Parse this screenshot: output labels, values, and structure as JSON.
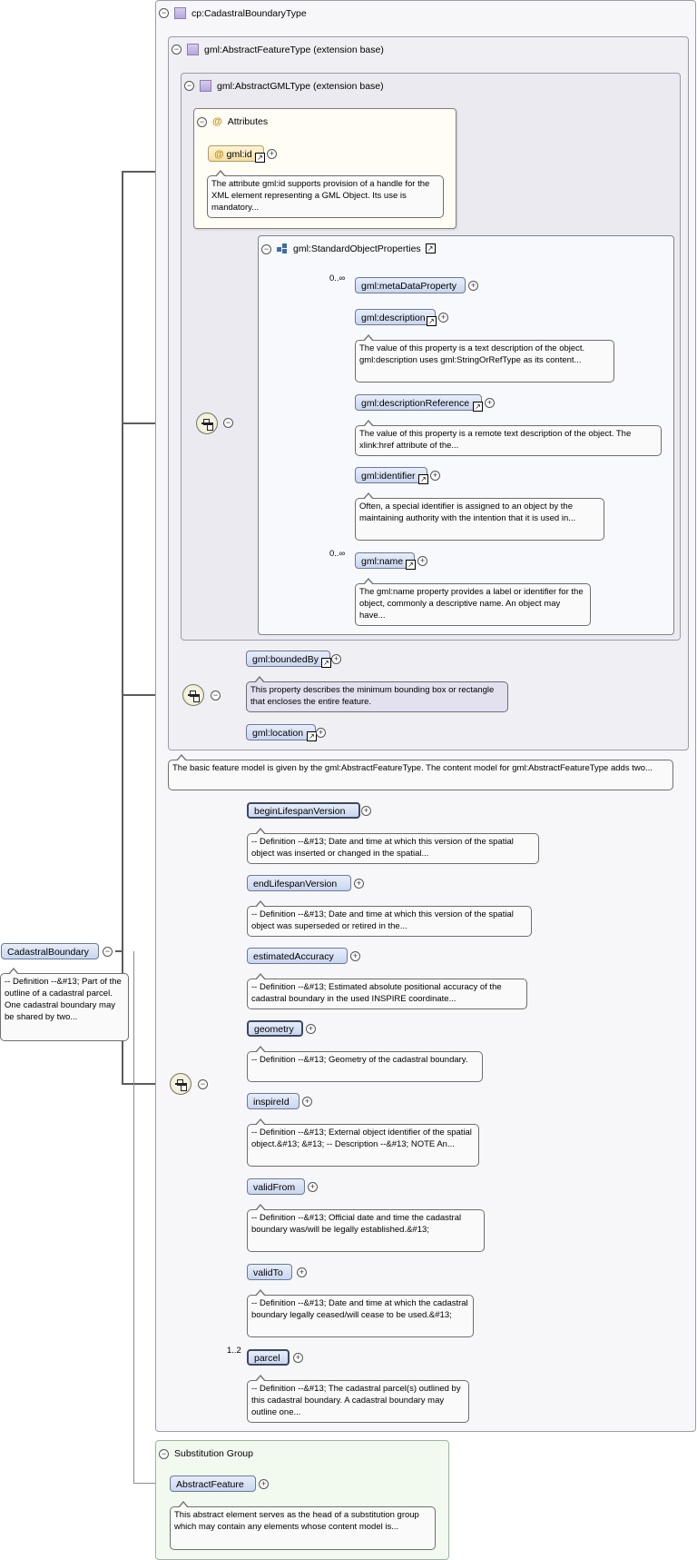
{
  "root": {
    "label": "CadastralBoundary",
    "doc": "-- Definition --&#13; Part of the outline of a cadastral parcel. One cadastral boundary may be shared by two..."
  },
  "type_frame": {
    "label": "cp:CadastralBoundaryType"
  },
  "feature_frame": {
    "label": "gml:AbstractFeatureType (extension base)",
    "doc": "The basic feature model is given by the gml:AbstractFeatureType. The content model for gml:AbstractFeatureType adds two..."
  },
  "gml_frame": {
    "label": "gml:AbstractGMLType (extension base)"
  },
  "attributes": {
    "label": "Attributes",
    "id_label": "gml:id",
    "id_doc": "The attribute gml:id supports provision of a handle for the XML element representing a GML Object. Its use is mandatory..."
  },
  "std_props": {
    "label": "gml:StandardObjectProperties",
    "items": [
      {
        "label": "gml:metaDataProperty",
        "occurs": "0..∞",
        "doc": ""
      },
      {
        "label": "gml:description",
        "occurs": "",
        "doc": "The value of this property is a text description of the object. gml:description uses gml:StringOrRefType as its content..."
      },
      {
        "label": "gml:descriptionReference",
        "occurs": "",
        "doc": "The value of this property is a remote text description of the object. The xlink:href attribute of the..."
      },
      {
        "label": "gml:identifier",
        "occurs": "",
        "doc": "Often, a special identifier is assigned to an object by the maintaining authority with the intention that it is used in..."
      },
      {
        "label": "gml:name",
        "occurs": "0..∞",
        "doc": "The gml:name property provides a label or identifier for the object, commonly a descriptive name. An object may have..."
      }
    ]
  },
  "feature_items": [
    {
      "label": "gml:boundedBy",
      "doc": "This property describes the minimum bounding box or rectangle that encloses the entire feature."
    },
    {
      "label": "gml:location",
      "doc": ""
    }
  ],
  "boundary_items": [
    {
      "label": "beginLifespanVersion",
      "doc": "-- Definition --&#13; Date and time at which this version of the spatial object was inserted or changed in the spatial..."
    },
    {
      "label": "endLifespanVersion",
      "doc": "-- Definition --&#13; Date and time at which this version of the spatial object was superseded or retired in the..."
    },
    {
      "label": "estimatedAccuracy",
      "doc": "-- Definition --&#13; Estimated absolute positional accuracy of the cadastral boundary in the used INSPIRE coordinate..."
    },
    {
      "label": "geometry",
      "doc": "-- Definition --&#13; Geometry of the cadastral boundary."
    },
    {
      "label": "inspireId",
      "doc": "-- Definition --&#13; External object identifier of the spatial object.&#13; &#13; -- Description --&#13; NOTE An..."
    },
    {
      "label": "validFrom",
      "doc": "-- Definition --&#13; Official date and time the cadastral boundary was/will be legally established.&#13;"
    },
    {
      "label": "validTo",
      "doc": "-- Definition --&#13; Date and time at which the cadastral boundary legally ceased/will cease to be used.&#13;"
    },
    {
      "label": "parcel",
      "occurs": "1..2",
      "doc": "-- Definition --&#13; The cadastral parcel(s) outlined by this cadastral boundary. A cadastral boundary may outline one..."
    }
  ],
  "substitution": {
    "label": "Substitution Group",
    "element": "AbstractFeature",
    "doc": "This abstract element serves as the head of a substitution group which may contain any elements whose content model is..."
  },
  "icons": {
    "minus": "−",
    "plus": "+",
    "ref": "↗",
    "at": "@"
  }
}
